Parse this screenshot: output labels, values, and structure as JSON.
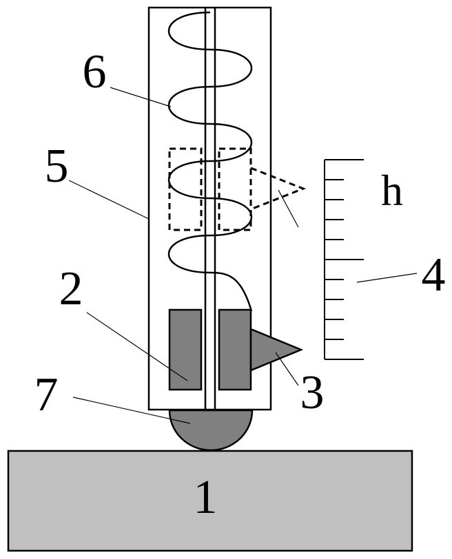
{
  "labels": {
    "base": "1",
    "weight": "2",
    "pointer": "3",
    "scale": "4",
    "tube": "5",
    "spring": "6",
    "ball": "7",
    "scale_unit": "h"
  },
  "colors": {
    "base_fill": "#c0c0c0",
    "weight_fill": "#808080",
    "line": "#000000",
    "background": "#ffffff"
  }
}
